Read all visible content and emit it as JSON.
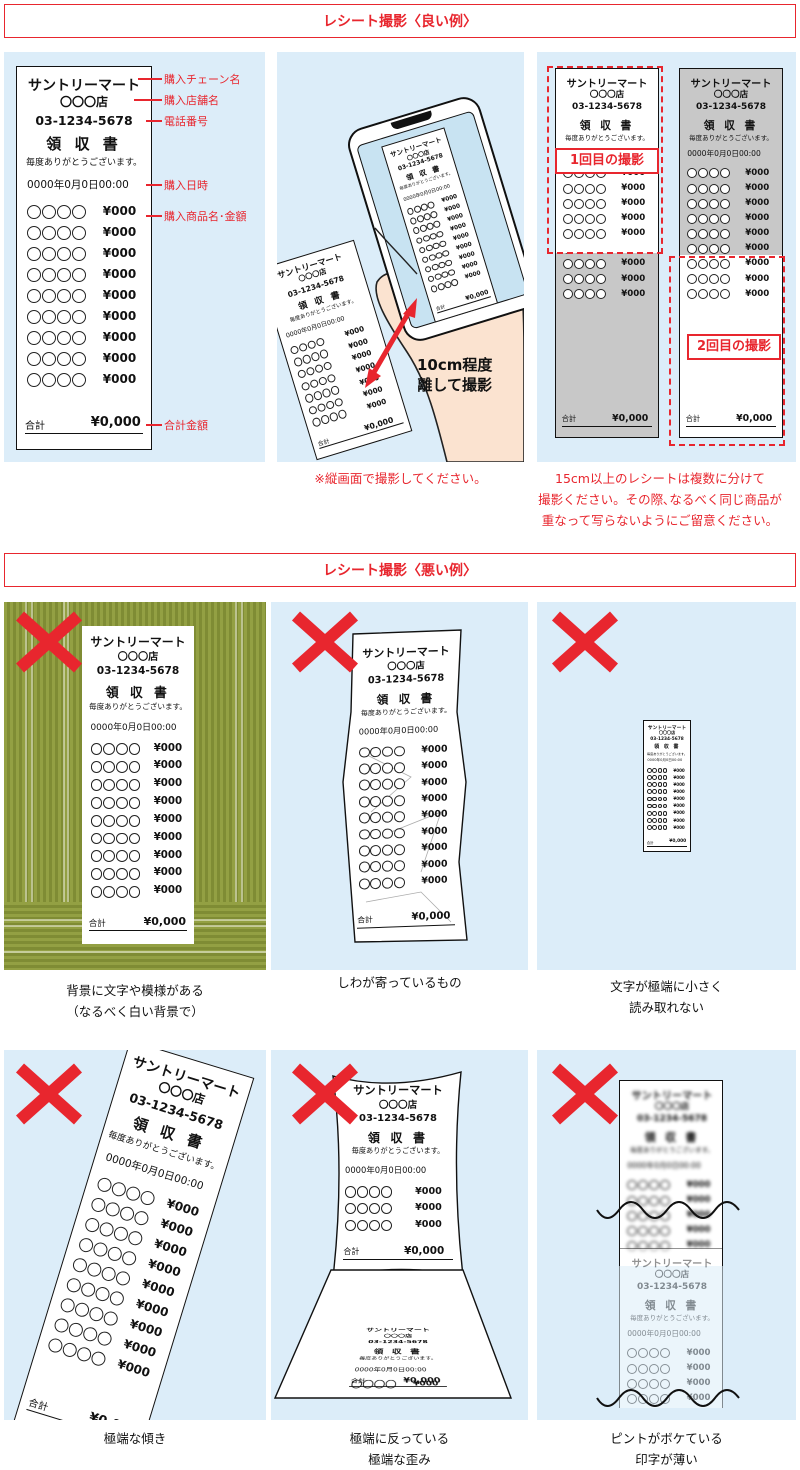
{
  "good_section": {
    "header": "レシート撮影〈良い例〉"
  },
  "bad_section": {
    "header": "レシート撮影〈悪い例〉"
  },
  "receipt": {
    "store_chain": "サントリーマート",
    "store_branch": "〇〇〇店",
    "phone": "03-1234-5678",
    "title": "領 収 書",
    "thanks": "毎度ありがとうございます。",
    "datetime": "0000年0月0日00:00",
    "item_price": "¥000",
    "total_label": "合計",
    "total_value": "¥0,000"
  },
  "annotations": {
    "chain": "購入チェーン名",
    "branch": "購入店舗名",
    "phone": "電話番号",
    "datetime": "購入日時",
    "items": "購入商品名･金額",
    "total": "合計金額"
  },
  "good_examples": {
    "distance": "10cm程度\n離して撮影",
    "portrait_note": "※縦画面で撮影してください。",
    "first_shot": "1回目の撮影",
    "second_shot": "2回目の撮影",
    "long_note": "15cm以上のレシートは複数に分けて\n撮影ください。その際､なるべく同じ商品が\n重なって写らないようにご留意ください。"
  },
  "bad_examples": [
    {
      "caption": "背景に文字や模様がある\n（なるべく白い背景で）"
    },
    {
      "caption": "しわが寄っているもの"
    },
    {
      "caption": "文字が極端に小さく\n読み取れない"
    },
    {
      "caption": "極端な傾き"
    },
    {
      "caption": "極端に反っている\n極端な歪み"
    },
    {
      "caption": "ピントがボケている\n印字が薄い"
    }
  ],
  "colors": {
    "accent": "#e8262e",
    "panel_bg": "#dcedf9",
    "carpet": "#8e9a3c",
    "receipt_gray": "#c8c8c8"
  }
}
